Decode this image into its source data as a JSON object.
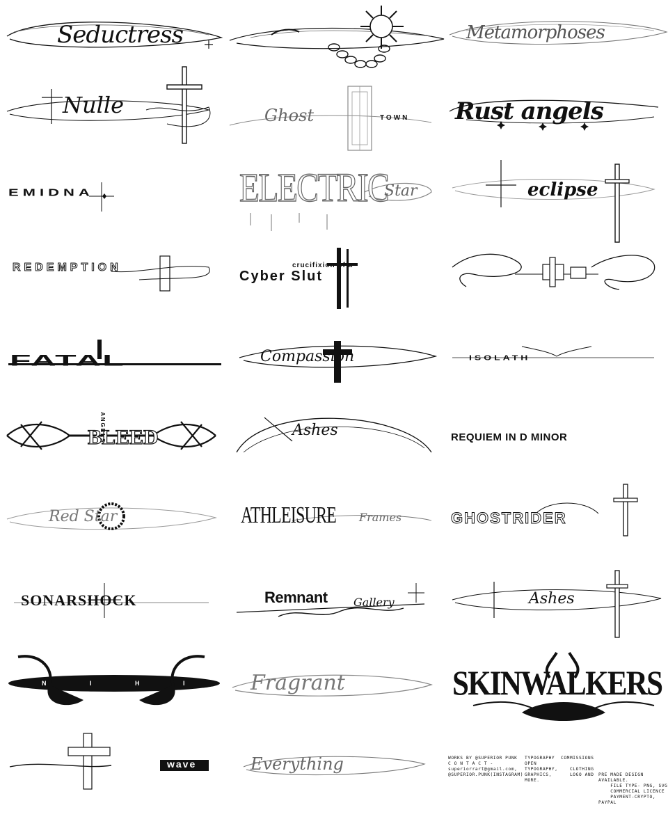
{
  "logos": {
    "r1": {
      "a": "Seductress",
      "b": "",
      "c": "Metamorphoses"
    },
    "r2": {
      "a": "Nulle",
      "b_script": "Ghost",
      "b_caps": "TOWN",
      "c": "Rust angels"
    },
    "r3": {
      "a": "EMIDNA",
      "b_caps": "ELECTRIC",
      "b_script": "Star",
      "c": "eclipse"
    },
    "r4": {
      "a": "REDEMPTION",
      "b_small": "crucifixion of a",
      "b_big": "Cyber Slut",
      "c": ""
    },
    "r5": {
      "a": "FATAL",
      "b": "Compassion",
      "c": "ISOLATH"
    },
    "r6": {
      "a_big": "BLEED",
      "a_small": "ANGELS",
      "b": "Ashes",
      "c": "REQUIEM IN D MINOR"
    },
    "r7": {
      "a": "Red Star",
      "b_caps": "ATHLEISURE",
      "b_script": "Frames",
      "c": "GHOSTRIDER"
    },
    "r8": {
      "a": "SONARSHOCK",
      "b_big": "Remnant",
      "b_script": "Gallery",
      "c": "Ashes"
    },
    "r9": {
      "a": "N I H I L",
      "b": "Fragrant",
      "c": "SKINWALKERS"
    },
    "r10": {
      "a": "wave",
      "b": "Everything"
    }
  },
  "footer": {
    "col1": "WORKS BY @SUPERIOR PUNK\nC O N T A C T -\nsuperiorrart@gmail.com,\n@SUPERIOR.PUNK(INSTAGRAM)",
    "col2": "TYPOGRAPHY\nOPEN\nTYPOGRAPHY,\nGRAPHICS,\nMORE.",
    "col3": "COMMISSIONS\n\n   CLOTHING\n   LOGO AND",
    "col4": "PRE MADE DESIGN\nAVAILABLE.\n    FILE TYPE- PNG, SVG\n    COMMERCIAL LICENCE\n    PAYMENT-CRYPTO,\nPAYPAL"
  },
  "colors": {
    "ink": "#111111",
    "background": "#ffffff",
    "grey": "#8a8a8a"
  }
}
